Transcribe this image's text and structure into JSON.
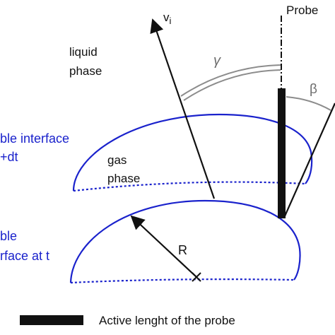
{
  "labels": {
    "probe": "Probe",
    "velocity": "v",
    "velocity_sub": "i",
    "liquid_line1": "liquid",
    "liquid_line2": "phase",
    "gamma": "γ",
    "beta": "β",
    "interface_tdt_line1": "ble interface",
    "interface_tdt_line2": "+dt",
    "gas_line1": "gas",
    "gas_line2": "phase",
    "interface_t_line1": "ble",
    "interface_t_line2": "rface at t",
    "radius": "R",
    "legend": "Active lenght of the probe"
  },
  "colors": {
    "interface": "#1a22cc",
    "lines": "#111111",
    "angle_arc": "#8c8c8c",
    "angle_label": "#6e6e6e"
  }
}
